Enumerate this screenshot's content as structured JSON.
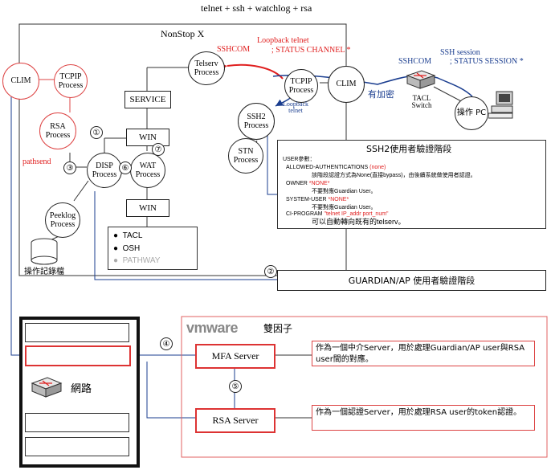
{
  "title": "telnet + ssh + watchlog + rsa",
  "nonstop": {
    "label": "NonStop X",
    "clim_left": "CLIM",
    "tcpip_left": "TCPIP Process",
    "rsa_process": "RSA Process",
    "pathsend": "pathsend",
    "telserv": "Telserv Process",
    "service": "SERVICE",
    "win_top": "WIN",
    "win_bottom": "WIN",
    "disp": "DISP Process",
    "wat": "WAT Process",
    "peeklog": "Peeklog Process",
    "log_label": "操作記錄檔",
    "ssh2": "SSH2 Process",
    "stn": "STN Process",
    "tcpip_right": "TCPIP Process",
    "clim_right": "CLIM",
    "sshcom_left": "SSHCOM",
    "loopback_telnet": "Loopback telnet",
    "status_channel": "; STATUS CHANNEL *",
    "loopback_telnet_small": "Loopback telnet",
    "list_items": [
      "TACL",
      "OSH",
      "PATHWAY"
    ]
  },
  "external": {
    "ssh_session": "SSH session",
    "sshcom_right": "SSHCOM",
    "status_session": "; STATUS SESSION *",
    "encrypted": "有加密",
    "tacl_switch": "TACL Switch",
    "pc": "操作 PC"
  },
  "ssh2_panel": {
    "title": "SSH2使用者驗證階段",
    "user_params": "USER參數：",
    "line1_key": "ALLOWED-AUTHENTICATIONS ",
    "line1_val": "(none)",
    "line2": "該階段認證方式為None(直接bypass)，由後續系統做使用者認證。",
    "line3_key": "OWNER ",
    "line3_val": "*NONE*",
    "line4": "不要對應Guardian User。",
    "line5_key": "SYSTEM-USER ",
    "line5_val": "*NONE*",
    "line6": "不要對應Guardian User。",
    "line7_key": "CI-PROGRAM ",
    "line7_val": "\"telnet IP_addr port_num\"",
    "line8": "可以自動轉向既有的telserv。"
  },
  "guardian_label": "GUARDIAN/AP 使用者驗證階段",
  "steps": [
    "①",
    "②",
    "③",
    "④",
    "⑤",
    "⑥",
    "⑦"
  ],
  "network_label": "網路",
  "mfa": {
    "vmware": "vmware",
    "two_factor": "雙因子",
    "mfa_server": "MFA Server",
    "rsa_server": "RSA Server",
    "mfa_desc": "作為一個中介Server，用於處理Guardian/AP user與RSA user間的對應。",
    "rsa_desc": "作為一個認證Server，用於處理RSA user的token認證。"
  }
}
